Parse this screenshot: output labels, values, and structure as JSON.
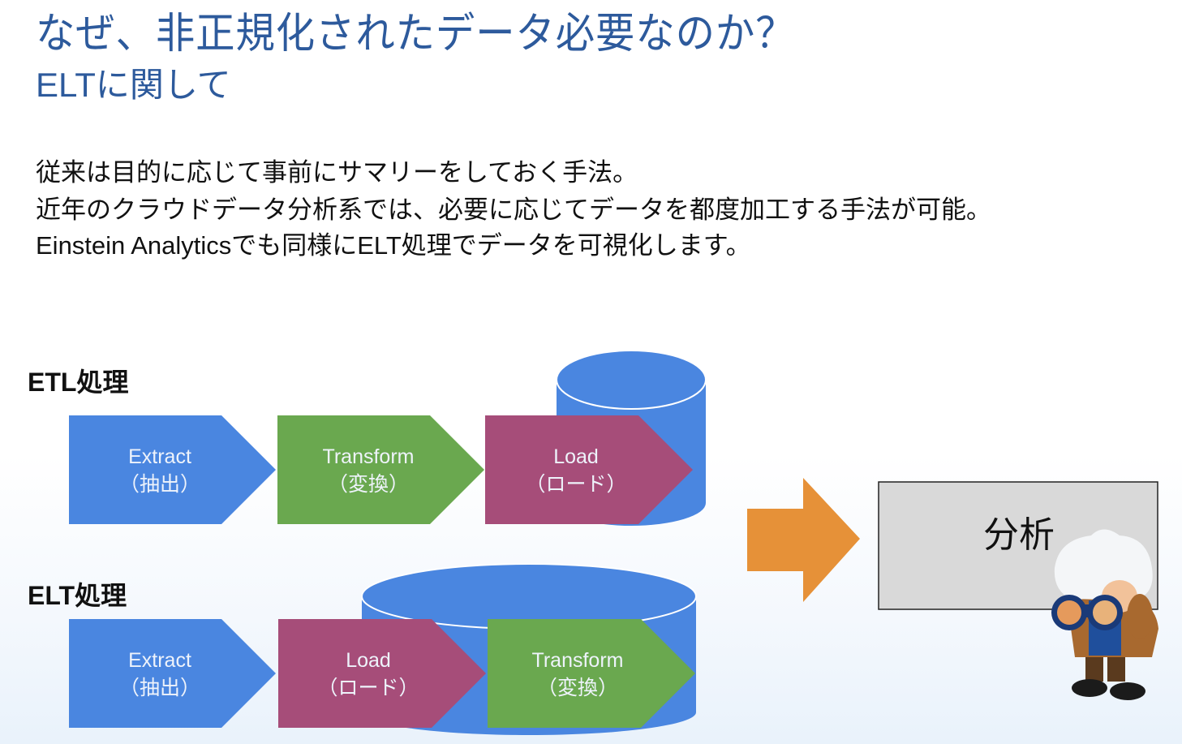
{
  "slide": {
    "title": "なぜ、非正規化されたデータ必要なのか？",
    "subtitle": "ELTに関して",
    "body": [
      "従来は目的に応じて事前にサマリーをしておく手法。",
      "近年のクラウドデータ分析系では、必要に応じてデータを都度加工する手法が可能。",
      "Einstein Analyticsでも同様にELT処理でデータを可視化します。"
    ]
  },
  "colors": {
    "title": "#2d5a9c",
    "extract": "#4a86e0",
    "transform": "#6aa84f",
    "load": "#a64d79",
    "database": "#4a86e0",
    "arrow": "#e69138",
    "analysis_box": "#d9d9d9"
  },
  "etl": {
    "label": "ETL処理",
    "steps": [
      {
        "name": "Extract",
        "ja": "（抽出）",
        "kind": "extract"
      },
      {
        "name": "Transform",
        "ja": "（変換）",
        "kind": "transform"
      },
      {
        "name": "Load",
        "ja": "（ロード）",
        "kind": "load"
      }
    ]
  },
  "elt": {
    "label": "ELT処理",
    "steps": [
      {
        "name": "Extract",
        "ja": "（抽出）",
        "kind": "extract"
      },
      {
        "name": "Load",
        "ja": "（ロード）",
        "kind": "load"
      },
      {
        "name": "Transform",
        "ja": "（変換）",
        "kind": "transform"
      }
    ]
  },
  "analysis": {
    "label": "分析",
    "mascot": "einstein-mascot-with-binoculars"
  }
}
